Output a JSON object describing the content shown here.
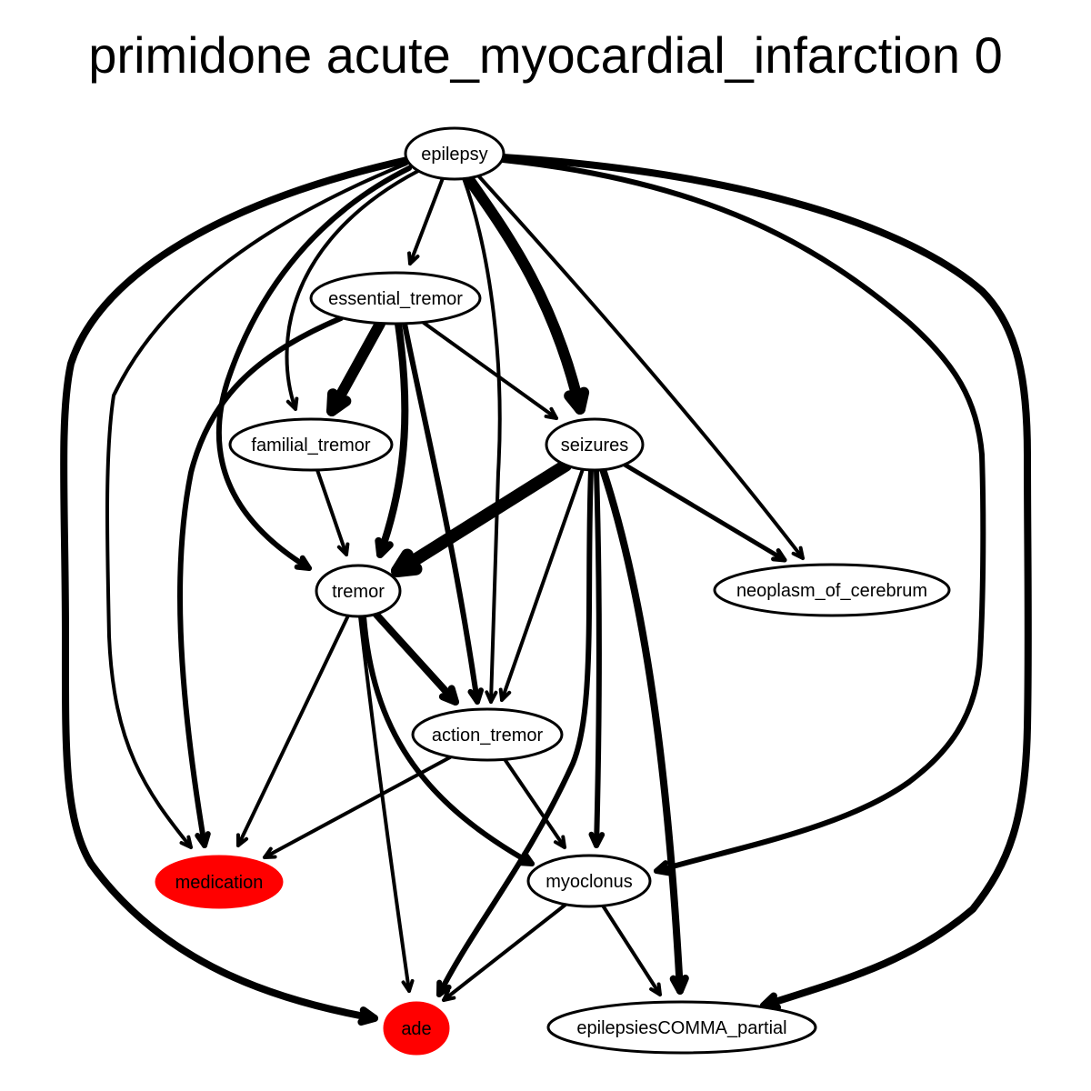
{
  "title": "primidone acute_myocardial_infarction 0",
  "colors": {
    "highlight": "#ff0000",
    "node_fill": "#ffffff",
    "stroke": "#000000"
  },
  "nodes": [
    {
      "id": "epilepsy",
      "label": "epilepsy",
      "highlight": false
    },
    {
      "id": "essential_tremor",
      "label": "essential_tremor",
      "highlight": false
    },
    {
      "id": "familial_tremor",
      "label": "familial_tremor",
      "highlight": false
    },
    {
      "id": "seizures",
      "label": "seizures",
      "highlight": false
    },
    {
      "id": "tremor",
      "label": "tremor",
      "highlight": false
    },
    {
      "id": "neoplasm_of_cerebrum",
      "label": "neoplasm_of_cerebrum",
      "highlight": false
    },
    {
      "id": "action_tremor",
      "label": "action_tremor",
      "highlight": false
    },
    {
      "id": "medication",
      "label": "medication",
      "highlight": true
    },
    {
      "id": "myoclonus",
      "label": "myoclonus",
      "highlight": false
    },
    {
      "id": "ade",
      "label": "ade",
      "highlight": true
    },
    {
      "id": "epilepsiesCOMMA_partial",
      "label": "epilepsiesCOMMA_partial",
      "highlight": false
    }
  ],
  "edges": [
    {
      "from": "epilepsy",
      "to": "essential_tremor",
      "weight": 4
    },
    {
      "from": "epilepsy",
      "to": "familial_tremor",
      "weight": 4
    },
    {
      "from": "epilepsy",
      "to": "seizures",
      "weight": 12
    },
    {
      "from": "epilepsy",
      "to": "tremor",
      "weight": 6
    },
    {
      "from": "epilepsy",
      "to": "neoplasm_of_cerebrum",
      "weight": 4
    },
    {
      "from": "epilepsy",
      "to": "action_tremor",
      "weight": 4
    },
    {
      "from": "epilepsy",
      "to": "medication",
      "weight": 4
    },
    {
      "from": "epilepsy",
      "to": "ade",
      "weight": 8
    },
    {
      "from": "epilepsy",
      "to": "myoclonus",
      "weight": 6
    },
    {
      "from": "epilepsy",
      "to": "epilepsiesCOMMA_partial",
      "weight": 8
    },
    {
      "from": "essential_tremor",
      "to": "familial_tremor",
      "weight": 12
    },
    {
      "from": "essential_tremor",
      "to": "seizures",
      "weight": 4
    },
    {
      "from": "essential_tremor",
      "to": "tremor",
      "weight": 8
    },
    {
      "from": "essential_tremor",
      "to": "action_tremor",
      "weight": 6
    },
    {
      "from": "essential_tremor",
      "to": "medication",
      "weight": 6
    },
    {
      "from": "familial_tremor",
      "to": "tremor",
      "weight": 4
    },
    {
      "from": "seizures",
      "to": "tremor",
      "weight": 14
    },
    {
      "from": "seizures",
      "to": "neoplasm_of_cerebrum",
      "weight": 5
    },
    {
      "from": "seizures",
      "to": "action_tremor",
      "weight": 4
    },
    {
      "from": "seizures",
      "to": "myoclonus",
      "weight": 6
    },
    {
      "from": "seizures",
      "to": "ade",
      "weight": 6
    },
    {
      "from": "seizures",
      "to": "epilepsiesCOMMA_partial",
      "weight": 8
    },
    {
      "from": "tremor",
      "to": "action_tremor",
      "weight": 8
    },
    {
      "from": "tremor",
      "to": "medication",
      "weight": 4
    },
    {
      "from": "tremor",
      "to": "ade",
      "weight": 4
    },
    {
      "from": "tremor",
      "to": "myoclonus",
      "weight": 6
    },
    {
      "from": "action_tremor",
      "to": "medication",
      "weight": 4
    },
    {
      "from": "action_tremor",
      "to": "myoclonus",
      "weight": 4
    },
    {
      "from": "myoclonus",
      "to": "ade",
      "weight": 4
    },
    {
      "from": "myoclonus",
      "to": "epilepsiesCOMMA_partial",
      "weight": 4
    }
  ]
}
